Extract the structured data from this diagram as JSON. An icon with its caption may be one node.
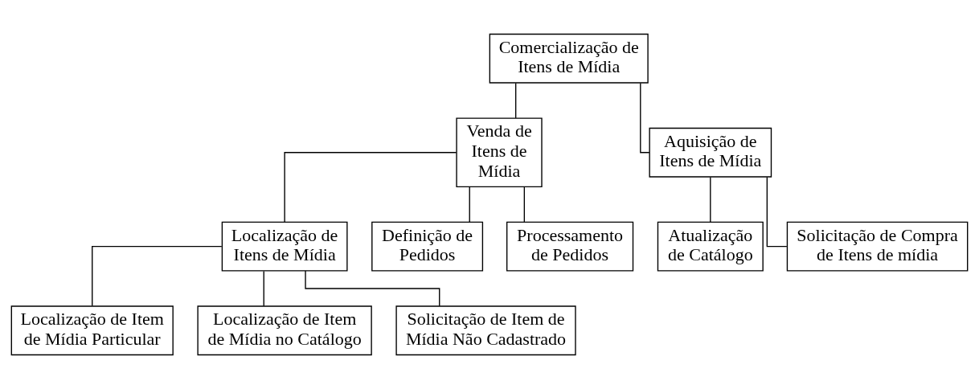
{
  "diagram": {
    "nodes": [
      {
        "text": [
          "Comercialização de Itens de Mídia"
        ]
      },
      {
        "text": [
          "Venda de Itens de Mídia"
        ]
      },
      {
        "text": [
          "Aquisição de Itens de Mídia"
        ]
      },
      {
        "text": [
          "Localização de Itens de Mídia"
        ]
      },
      {
        "text": [
          "Definição de Pedidos"
        ]
      },
      {
        "text": [
          "Processamento de Pedidos"
        ]
      },
      {
        "text": [
          "Atualização de Catálogo"
        ]
      },
      {
        "text": [
          "Solicitação de Compra de Itens de mídia"
        ]
      },
      {
        "text": [
          "Localização de Item de Mídia Particular"
        ]
      },
      {
        "text": [
          "Localização de Item de Mídia no Catálogo"
        ]
      },
      {
        "text": [
          "Solicitação de Item de Mídia Não Cadastrado"
        ]
      }
    ],
    "edges": [
      {
        "from": 0,
        "to": 1,
        "arrow": "none"
      },
      {
        "from": 0,
        "to": 2,
        "arrow": "none"
      },
      {
        "from": 1,
        "to": 3,
        "arrow": "none"
      },
      {
        "from": 1,
        "to": 4,
        "arrow": "none"
      },
      {
        "from": 1,
        "to": 5,
        "arrow": "none"
      },
      {
        "from": 2,
        "to": 6,
        "arrow": "none"
      },
      {
        "from": 2,
        "to": 7,
        "arrow": "none"
      },
      {
        "from": 3,
        "to": 8,
        "arrow": "none"
      },
      {
        "from": 3,
        "to": 9,
        "arrow": "none"
      },
      {
        "from": 3,
        "to": 10,
        "arrow": "none"
      }
    ]
  }
}
